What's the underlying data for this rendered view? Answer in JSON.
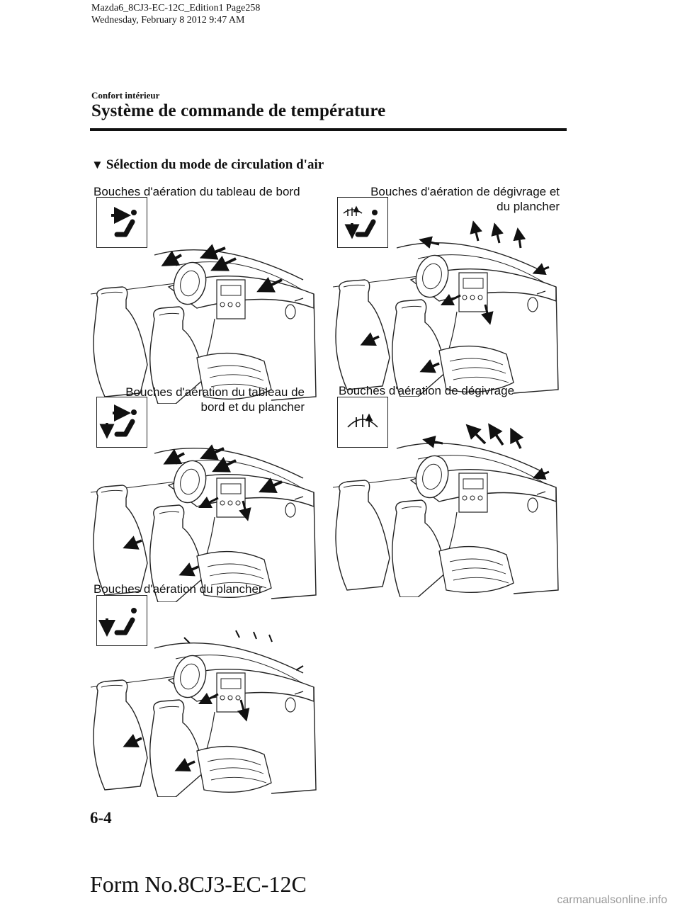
{
  "header": {
    "line1": "Mazda6_8CJ3-EC-12C_Edition1 Page258",
    "line2": "Wednesday, February 8 2012 9:47 AM"
  },
  "section": "Confort intérieur",
  "title": "Système de commande de température",
  "subheading": "Sélection du mode de circulation d'air",
  "panels": {
    "dash": {
      "label": "Bouches d'aération du tableau de bord",
      "icon": "dash-vent-icon"
    },
    "defrost_floor": {
      "label_1": "Bouches d'aération de dégivrage et",
      "label_2": "du plancher",
      "icon": "defrost-floor-icon"
    },
    "dash_floor": {
      "label_1": "Bouches d'aération du tableau de",
      "label_2": "bord et du plancher",
      "icon": "dash-floor-icon"
    },
    "defrost": {
      "label": "Bouches d'aération de dégivrage",
      "icon": "defrost-icon"
    },
    "floor": {
      "label": "Bouches d'aération du plancher",
      "icon": "floor-vent-icon"
    }
  },
  "footer": {
    "page_number": "6-4",
    "form_number": "Form No.8CJ3-EC-12C",
    "watermark": "carmanualsonline.info"
  }
}
